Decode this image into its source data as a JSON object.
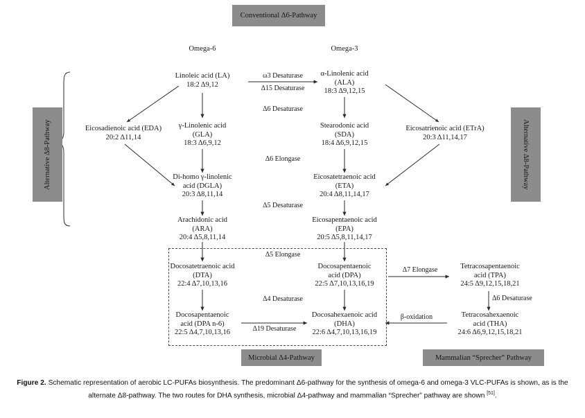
{
  "figure": {
    "caption_label": "Figure 2.",
    "caption_text": " Schematic representation of aerobic LC-PUFAs biosynthesis. The predominant Δ6-pathway for the synthesis of omega-6 and omega-3 VLC-PUFAs is shown, as is the alternate Δ8-pathway. The two routes for DHA synthesis, microbial Δ4-pathway and mammalian “Sprecher” pathway are shown ",
    "caption_citation": "[51]",
    "caption_end": "."
  },
  "banners": {
    "top": "Conventional Δ6-Pathway",
    "left_side": "Alternative Δ8-Pathway",
    "right_side": "Alternative Δ8-Pathway",
    "bottom_left": "Microbial Δ4-Pathway",
    "bottom_right": "Mammalian “Sprecher” Pathway"
  },
  "column_headers": {
    "omega6": "Omega-6",
    "omega3": "Omega-3"
  },
  "nodes": {
    "la": {
      "name": "Linoleic acid (LA)",
      "sub": "",
      "formula": "18:2 Δ9,12"
    },
    "gla": {
      "name": "γ-Linolenic acid",
      "sub": "(GLA)",
      "formula": "18:3 Δ6,9,12"
    },
    "dgla": {
      "name": "Di-homo γ-linolenic",
      "sub": "acid (DGLA)",
      "formula": "20:3 Δ8,11,14"
    },
    "ara": {
      "name": "Arachidonic acid",
      "sub": "(ARA)",
      "formula": "20:4 Δ5,8,11,14"
    },
    "dta": {
      "name": "Docosatetraenoic acid",
      "sub": "(DTA)",
      "formula": "22:4 Δ7,10,13,16"
    },
    "dpan6": {
      "name": "Docosapentaenoic",
      "sub": "acid (DPA n-6)",
      "formula": "22:5 Δ4,7,10,13,16"
    },
    "ala": {
      "name": "α-Linolenic acid",
      "sub": "(ALA)",
      "formula": "18:3 Δ9,12,15"
    },
    "sda": {
      "name": "Stearodonic acid",
      "sub": "(SDA)",
      "formula": "18:4 Δ6,9,12,15"
    },
    "eta": {
      "name": "Eicosatetraenoic acid",
      "sub": "(ETA)",
      "formula": "20:4 Δ8,11,14,17"
    },
    "epa": {
      "name": "Eicosapentaenoic acid",
      "sub": "(EPA)",
      "formula": "20:5 Δ5,8,11,14,17"
    },
    "dpa": {
      "name": "Docosapentaenoic",
      "sub": "acid (DPA)",
      "formula": "22:5 Δ7,10,13,16,19"
    },
    "dha": {
      "name": "Docosahexaenoic acid",
      "sub": "(DHA)",
      "formula": "22:6 Δ4,7,10,13,16,19"
    },
    "eda": {
      "name": "Eicosadienoic acid (EDA)",
      "sub": "",
      "formula": "20:2 Δ11,14"
    },
    "etra": {
      "name": "Eicosatrienoic acid (ETrA)",
      "sub": "",
      "formula": "20:3 Δ11,14,17"
    },
    "tpa": {
      "name": "Tetracosapentaenoic",
      "sub": "acid (TPA)",
      "formula": "24:5 Δ9,12,15,18,21"
    },
    "tha": {
      "name": "Tetracosahexaenoic",
      "sub": "acid (THA)",
      "formula": "24:6 Δ6,9,12,15,18,21"
    }
  },
  "enzymes": {
    "omega3_desaturase": "ω3 Desaturase",
    "d15_desaturase": "Δ15 Desaturase",
    "d6_desaturase": "Δ6 Desaturase",
    "d6_elongase": "Δ6 Elongase",
    "d5_desaturase": "Δ5 Desaturase",
    "d5_elongase": "Δ5 Elongase",
    "d4_desaturase": "Δ4 Desaturase",
    "d19_desaturase": "Δ19 Desaturase",
    "d7_elongase": "Δ7 Elongase",
    "d6_desaturase_right": "Δ6 Desaturase",
    "beta_oxidation": "β-oxidation"
  },
  "colors": {
    "banner_fill": "#8c8c8c",
    "text": "#181818",
    "arrow": "#2a2a2a",
    "dashed_border": "#4a4a4a",
    "background": "#ffffff"
  }
}
